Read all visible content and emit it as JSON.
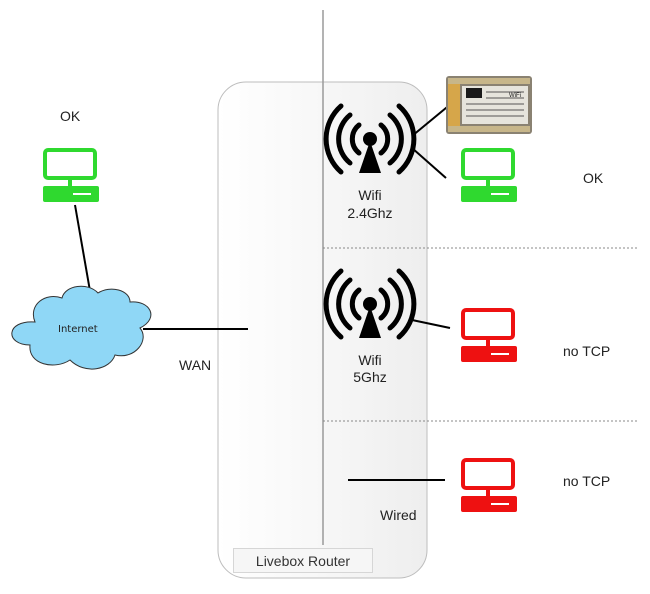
{
  "router": {
    "label": "Livebox Router",
    "wan_label": "WAN"
  },
  "internet": {
    "label": "Internet"
  },
  "sections": {
    "wifi24": {
      "line1": "Wifi",
      "line2": "2.4Ghz"
    },
    "wifi5": {
      "line1": "Wifi",
      "line2": "5Ghz"
    },
    "wired": {
      "label": "Wired"
    }
  },
  "devices": {
    "internet_pc": {
      "status": "OK",
      "color": "#2fd92f"
    },
    "wifi24_pc": {
      "status": "OK",
      "color": "#2fd92f"
    },
    "wifi5_pc": {
      "status": "no TCP",
      "color": "#ee1111"
    },
    "wired_pc": {
      "status": "no TCP",
      "color": "#ee1111"
    }
  },
  "module": {
    "chip_text": "WiFi"
  },
  "colors": {
    "cloud": "#8fd7f6",
    "router_fill": "#f4f4f4",
    "router_stroke": "#bdbdbd"
  }
}
